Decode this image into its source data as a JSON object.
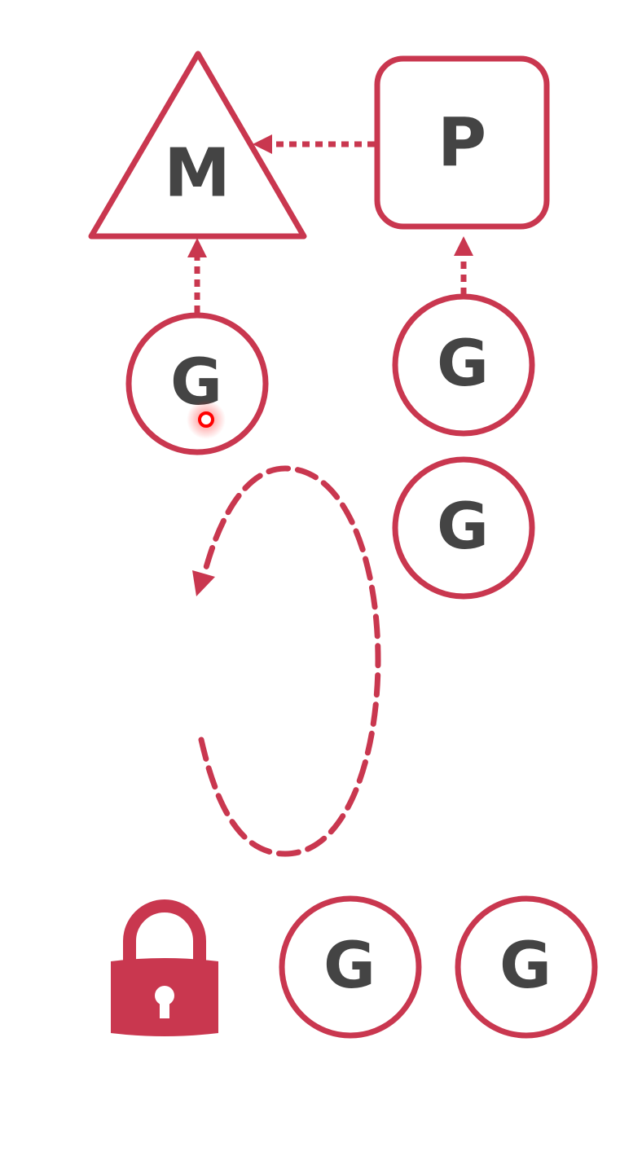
{
  "colors": {
    "accent": "#c9374f",
    "label": "#444444",
    "background": "#ffffff",
    "pointer": "#ff0000"
  },
  "nodes": {
    "machine": {
      "label": "M",
      "shape": "triangle"
    },
    "processor": {
      "label": "P",
      "shape": "rounded-square"
    },
    "running_goroutine": {
      "label": "G",
      "shape": "circle"
    },
    "goroutine_attached_p": {
      "label": "G",
      "shape": "circle"
    },
    "goroutine_queued_p": {
      "label": "G",
      "shape": "circle"
    },
    "goroutine_global_1": {
      "label": "G",
      "shape": "circle"
    },
    "goroutine_global_2": {
      "label": "G",
      "shape": "circle"
    }
  },
  "icons": {
    "lock": "lock-icon",
    "cursor": "cursor-dot-icon"
  }
}
